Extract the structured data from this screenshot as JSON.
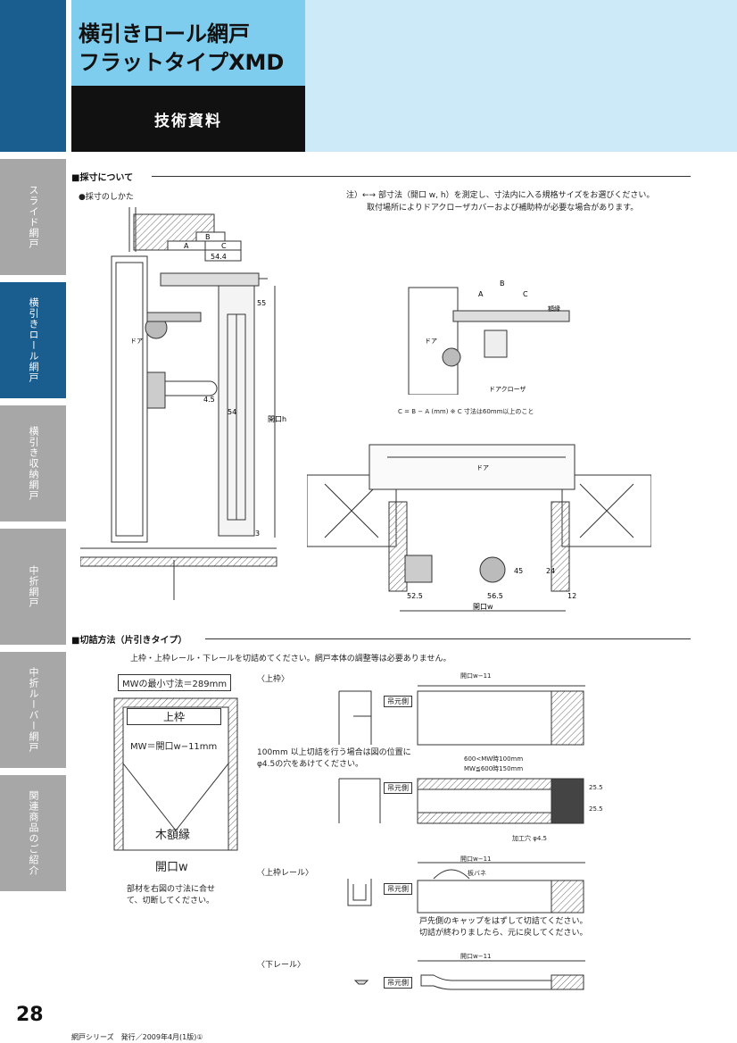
{
  "side_nav": [
    "スライド網戸",
    "横引きロール網戸",
    "横引き収納網戸",
    "中折網戸",
    "中折ルーバー網戸",
    "関連商品のご紹介"
  ],
  "header": {
    "title_line1": "横引きロール網戸",
    "title_line2": "フラットタイプXMD",
    "subtitle": "技術資料"
  },
  "section1": {
    "heading": "■採寸について",
    "bullet": "●採寸のしかた",
    "note_line1": "注）←→ 部寸法（開口 w, h）を測定し、寸法内に入る規格サイズをお選びください。",
    "note_line2": "取付場所によりドアクローザカバーおよび補助枠が必要な場合があります。",
    "formula": "C = B − A (mm) ※ C 寸法は60mm以上のこと",
    "labels": {
      "a": "A",
      "b": "B",
      "c": "C",
      "d544": "54.4",
      "d55": "55",
      "d45": "4.5",
      "d54": "54",
      "d3": "3",
      "opening_h": "開口h",
      "door": "ドア",
      "gakubuchi": "額縁",
      "closer": "ドアクローザ",
      "d525": "52.5",
      "d565": "56.5",
      "d12": "12",
      "d24": "24",
      "d45b": "45",
      "opening_w": "開口w"
    }
  },
  "section2": {
    "heading": "■切詰方法（片引きタイプ）",
    "intro": "上枠・上枠レール・下レールを切詰めてください。網戸本体の調整等は必要ありません。",
    "min_size": "MWの最小寸法＝289mm",
    "upper_frame": "上枠",
    "mw_formula": "MW＝開口w−11mm",
    "wood_frame": "木額縁",
    "opening_w": "開口w",
    "cut_note": "部材を右図の寸法に合せて、切断してください。",
    "upper": {
      "title": "〈上枠〉",
      "dim": "開口w−11",
      "side": "吊元側",
      "hole_note": "100mm 以上切詰を行う場合は図の位置にφ4.5の穴をあけてください。",
      "dim_a": "600<MW時100mm",
      "dim_b": "MW≦600時150mm",
      "d255a": "25.5",
      "d255b": "25.5",
      "hole": "加工穴 φ4.5"
    },
    "upper_rail": {
      "title": "〈上枠レール〉",
      "dim": "開口w−11",
      "spring": "板バネ",
      "side": "吊元側",
      "note_line1": "戸先側のキャップをはずして切詰てください。",
      "note_line2": "切詰が終わりましたら、元に戻してください。"
    },
    "lower_rail": {
      "title": "〈下レール〉",
      "dim": "開口w−11",
      "side": "吊元側"
    }
  },
  "footer": {
    "page_number": "28",
    "imprint": "網戸シリーズ　発行／2009年4月(1版)①"
  }
}
